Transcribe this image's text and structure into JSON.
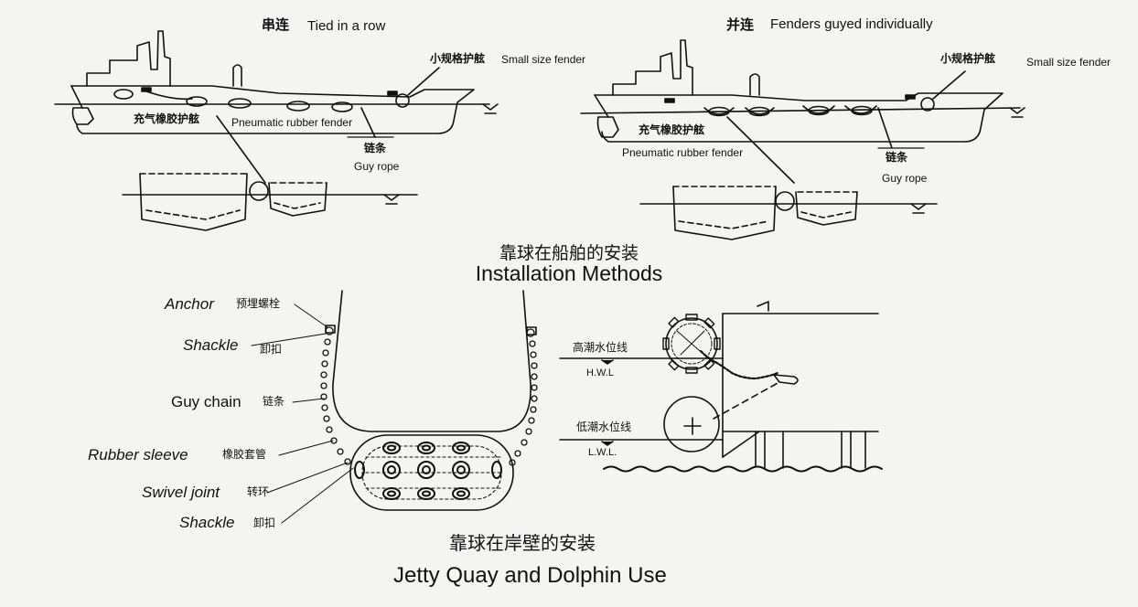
{
  "top_left": {
    "title_zh": "串连",
    "title_en": "Tied in a row",
    "small_fender_zh": "小规格护舷",
    "small_fender_en": "Small size fender",
    "pneumatic_zh": "充气橡胶护舷",
    "pneumatic_en": "Pneumatic rubber fender",
    "guy_rope_zh": "链条",
    "guy_rope_en": "Guy rope"
  },
  "top_right": {
    "title_zh": "并连",
    "title_en": "Fenders guyed individually",
    "small_fender_zh": "小规格护舷",
    "small_fender_en": "Small size fender",
    "pneumatic_zh": "充气橡胶护舷",
    "pneumatic_en": "Pneumatic rubber fender",
    "guy_rope_zh": "链条",
    "guy_rope_en": "Guy rope"
  },
  "installation_caption": {
    "zh": "靠球在船舶的安装",
    "en": "Installation Methods"
  },
  "hanging_parts": [
    {
      "en": "Anchor",
      "zh": "预埋螺栓"
    },
    {
      "en": "Shackle",
      "zh": "卸扣"
    },
    {
      "en": "Guy chain",
      "zh": "链条"
    },
    {
      "en": "Rubber sleeve",
      "zh": "橡胶套管"
    },
    {
      "en": "Swivel joint",
      "zh": "转环"
    },
    {
      "en": "Shackle",
      "zh": "卸扣"
    }
  ],
  "water_levels": {
    "high_zh": "高潮水位线",
    "high_en": "H.W.L",
    "low_zh": "低潮水位线",
    "low_en": "L.W.L."
  },
  "quay_caption": {
    "zh": "靠球在岸壁的安装",
    "en": "Jetty Quay and Dolphin Use"
  }
}
